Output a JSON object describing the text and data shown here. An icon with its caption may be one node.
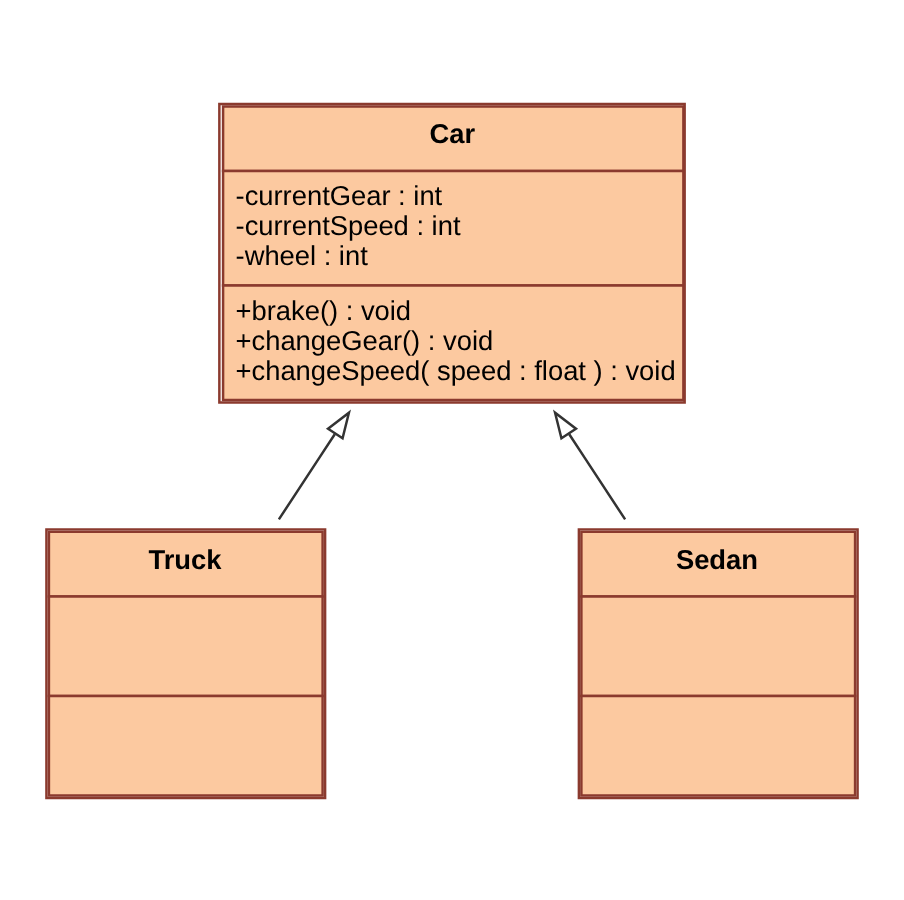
{
  "diagram": {
    "nodes": [
      {
        "text": [
          "Car",
          "-currentGear : int",
          "-currentSpeed : int",
          "-wheel : int",
          "+brake() : void",
          "+changeGear() : void",
          "+changeSpeed( speed : float ) : void"
        ]
      },
      {
        "text": [
          "Truck"
        ]
      },
      {
        "text": [
          "Sedan"
        ]
      }
    ],
    "edges": [
      {
        "from": 1,
        "to": 0,
        "arrow": "to"
      },
      {
        "from": 2,
        "to": 0,
        "arrow": "to"
      }
    ]
  }
}
